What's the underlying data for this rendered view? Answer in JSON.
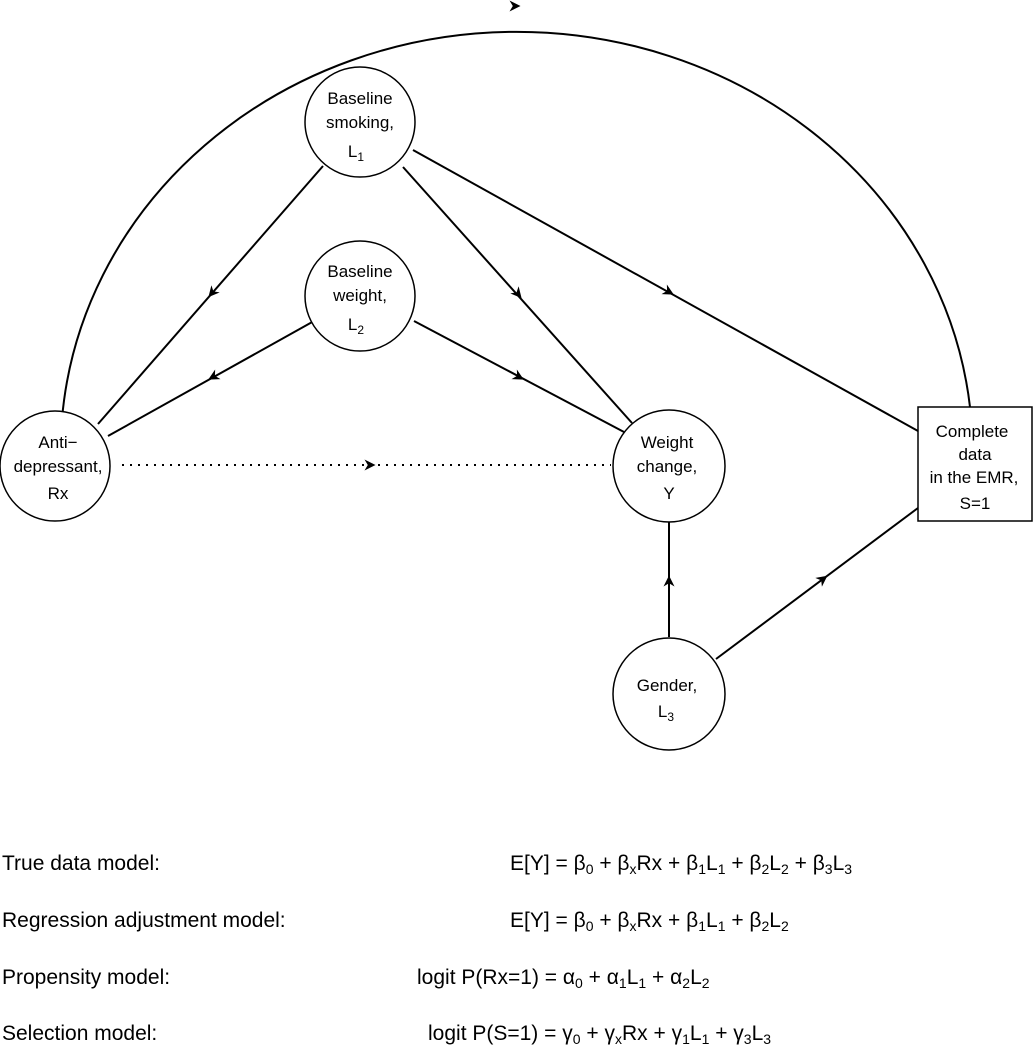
{
  "nodes": {
    "smoking": {
      "line1": "Baseline",
      "line2": "smoking,",
      "var": "L",
      "sub": "1"
    },
    "weight": {
      "line1": "Baseline",
      "line2": "weight,",
      "var": "L",
      "sub": "2"
    },
    "antidep": {
      "line1": "Anti−",
      "line2": "depressant,",
      "line3": "Rx"
    },
    "outcome": {
      "line1": "Weight",
      "line2": "change,",
      "line3": "Y"
    },
    "gender": {
      "line1": "Gender,",
      "var": "L",
      "sub": "3"
    },
    "selection": {
      "line1": "Complete",
      "line2": "data",
      "line3": "in the EMR,",
      "line4": "S=1"
    }
  },
  "models": [
    {
      "label": "True data model:",
      "formula": [
        {
          "t": "E[Y] = β"
        },
        {
          "s": "0"
        },
        {
          "t": " + β"
        },
        {
          "s": "x"
        },
        {
          "t": "Rx + β"
        },
        {
          "s": "1"
        },
        {
          "t": "L"
        },
        {
          "s": "1"
        },
        {
          "t": " + β"
        },
        {
          "s": "2"
        },
        {
          "t": "L"
        },
        {
          "s": "2"
        },
        {
          "t": " + β"
        },
        {
          "s": "3"
        },
        {
          "t": "L"
        },
        {
          "s": "3"
        }
      ]
    },
    {
      "label": "Regression adjustment model:",
      "formula": [
        {
          "t": "E[Y] = β"
        },
        {
          "s": "0"
        },
        {
          "t": " + β"
        },
        {
          "s": "x"
        },
        {
          "t": "Rx + β"
        },
        {
          "s": "1"
        },
        {
          "t": "L"
        },
        {
          "s": "1"
        },
        {
          "t": " + β"
        },
        {
          "s": "2"
        },
        {
          "t": "L"
        },
        {
          "s": "2"
        }
      ]
    },
    {
      "label": "Propensity model:",
      "formula": [
        {
          "t": "logit P(Rx=1) = α"
        },
        {
          "s": "0"
        },
        {
          "t": " + α"
        },
        {
          "s": "1"
        },
        {
          "t": "L"
        },
        {
          "s": "1"
        },
        {
          "t": " + α"
        },
        {
          "s": "2"
        },
        {
          "t": "L"
        },
        {
          "s": "2"
        }
      ]
    },
    {
      "label": "Selection model:",
      "formula": [
        {
          "t": "logit P(S=1) = γ"
        },
        {
          "s": "0"
        },
        {
          "t": " + γ"
        },
        {
          "s": "x"
        },
        {
          "t": "Rx + γ"
        },
        {
          "s": "1"
        },
        {
          "t": "L"
        },
        {
          "s": "1"
        },
        {
          "t": " + γ"
        },
        {
          "s": "3"
        },
        {
          "t": "L"
        },
        {
          "s": "3"
        }
      ]
    }
  ]
}
